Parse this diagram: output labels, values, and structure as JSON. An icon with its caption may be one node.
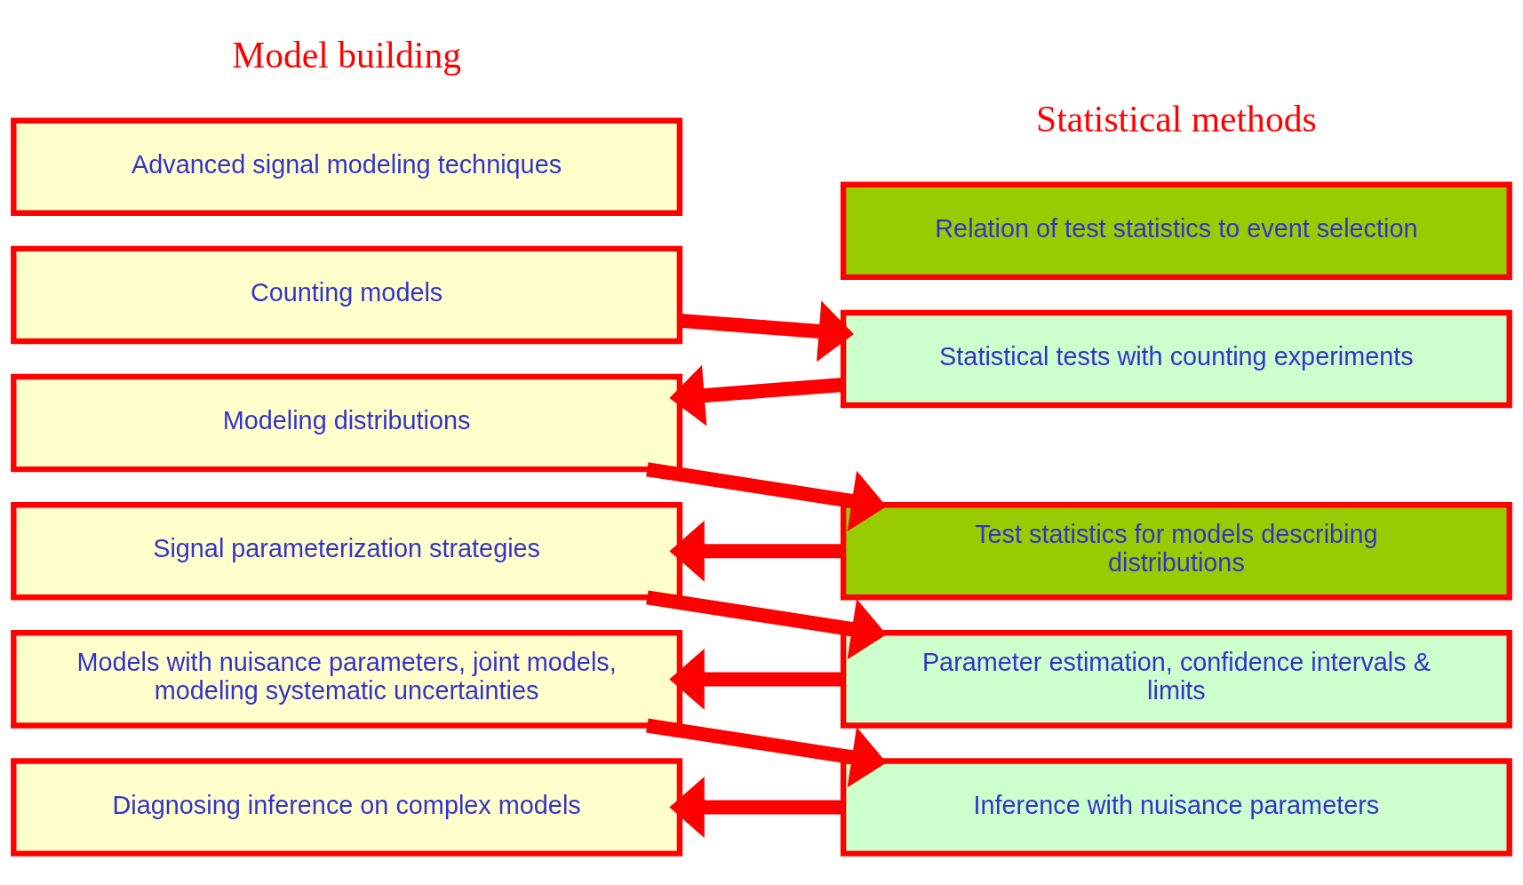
{
  "diagram": {
    "nodes": [
      {
        "text": [
          "Counting models"
        ]
      },
      {
        "text": [
          "Modeling distributions"
        ]
      },
      {
        "text": [
          "Signal parameterization strategies"
        ]
      },
      {
        "text": [
          "Models with nuisance parameters, joint models, modeling systematic uncertainties"
        ]
      },
      {
        "text": [
          "Diagnosing inference on complex models"
        ]
      },
      {
        "text": [
          "Advanced signal modeling techniques"
        ]
      },
      {
        "text": [
          "Statistical tests with counting experiments"
        ]
      },
      {
        "text": [
          "Test statistics for models describing distributions"
        ]
      },
      {
        "text": [
          "Relation of test statistics to event selection"
        ]
      },
      {
        "text": [
          "Parameter estimation, confidence intervals & limits"
        ]
      },
      {
        "text": [
          "Inference with nuisance parameters"
        ]
      }
    ],
    "edges": [
      {
        "from": 0,
        "to": 6,
        "arrow": "to"
      },
      {
        "from": 6,
        "to": 1,
        "arrow": "to"
      },
      {
        "from": 1,
        "to": 7,
        "arrow": "to"
      },
      {
        "from": 7,
        "to": 2,
        "arrow": "to"
      },
      {
        "from": 2,
        "to": 9,
        "arrow": "to"
      },
      {
        "from": 9,
        "to": 3,
        "arrow": "to"
      },
      {
        "from": 3,
        "to": 10,
        "arrow": "to"
      },
      {
        "from": 10,
        "to": 4,
        "arrow": "to"
      }
    ],
    "labels": [
      "Model building",
      "Statistical methods"
    ]
  }
}
